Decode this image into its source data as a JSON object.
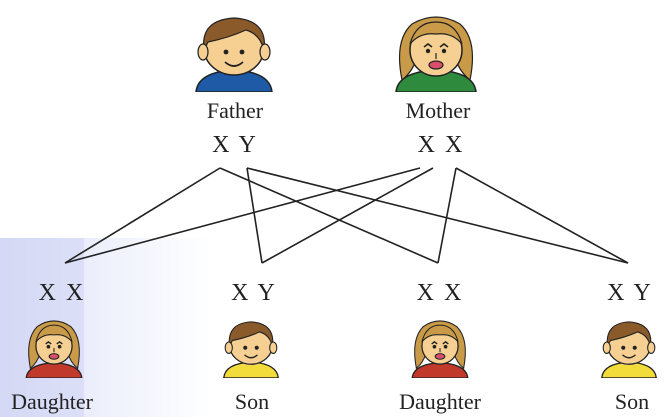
{
  "parents": {
    "father": {
      "label": "Father",
      "genotype": "X Y",
      "icon": "father-face-icon"
    },
    "mother": {
      "label": "Mother",
      "genotype": "X X",
      "icon": "mother-face-icon"
    }
  },
  "children": [
    {
      "label": "Daughter",
      "genotype": "X X",
      "icon": "daughter-face-icon"
    },
    {
      "label": "Son",
      "genotype": "X Y",
      "icon": "son-face-icon"
    },
    {
      "label": "Daughter",
      "genotype": "X X",
      "icon": "daughter-face-icon"
    },
    {
      "label": "Son",
      "genotype": "X Y",
      "icon": "son-face-icon"
    }
  ],
  "colors": {
    "father_shirt": "#1f5aa6",
    "mother_shirt": "#2e8b3e",
    "daughter_shirt": "#c0392b",
    "son_shirt": "#f2dc3c",
    "hair_brown": "#8a5a2b",
    "hair_blonde": "#c99a48",
    "skin": "#f6cf93",
    "band": "#d6daf5"
  }
}
